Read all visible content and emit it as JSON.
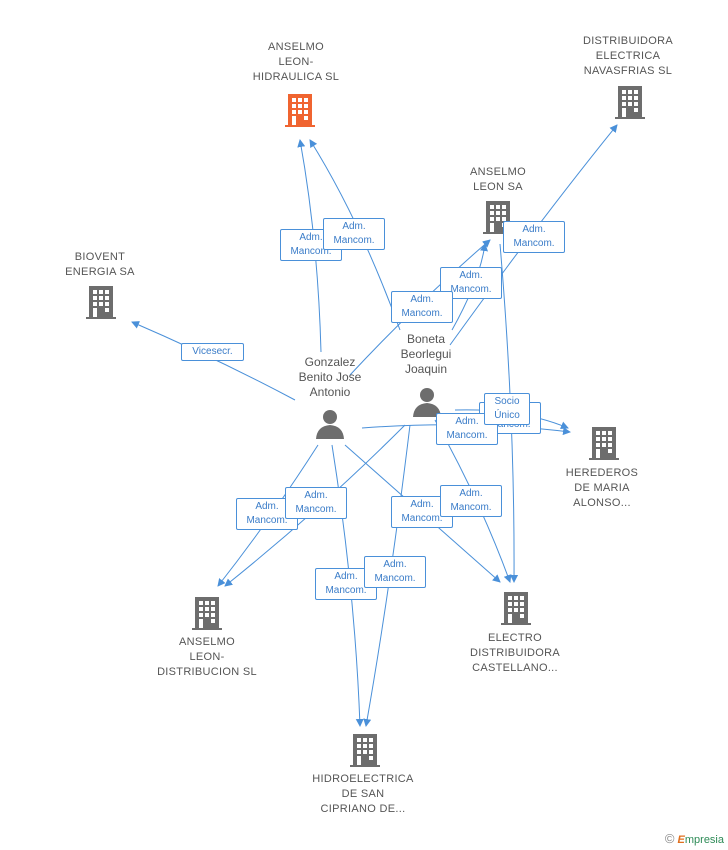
{
  "companies": {
    "anselmo_leon_hidraulica": {
      "label": "ANSELMO\nLEON-\nHIDRAULICA SL",
      "color": "#f06430"
    },
    "distribuidora_navasfrias": {
      "label": "DISTRIBUIDORA\nELECTRICA\nNAVASFRIAS SL",
      "color": "#6d6d6d"
    },
    "anselmo_leon_sa": {
      "label": "ANSELMO\nLEON SA",
      "color": "#6d6d6d"
    },
    "biovent": {
      "label": "BIOVENT\nENERGIA SA",
      "color": "#6d6d6d"
    },
    "herederos": {
      "label": "HEREDEROS\nDE MARIA\nALONSO...",
      "color": "#6d6d6d"
    },
    "anselmo_leon_distribucion": {
      "label": "ANSELMO\nLEON-\nDISTRIBUCION SL",
      "color": "#6d6d6d"
    },
    "electro_distribuidora": {
      "label": "ELECTRO\nDISTRIBUIDORA\nCASTELLANO...",
      "color": "#6d6d6d"
    },
    "hidroelectrica": {
      "label": "HIDROELECTRICA\nDE SAN\nCIPRIANO DE...",
      "color": "#6d6d6d"
    }
  },
  "persons": {
    "gonzalez": {
      "label": "Gonzalez\nBenito Jose\nAntonio"
    },
    "boneta": {
      "label": "Boneta\nBeorlegui\nJoaquin"
    }
  },
  "relations": {
    "adm_mancom": "Adm.\nMancom.",
    "vicesecr": "Vicesecr.",
    "socio_unico": "Socio\nÚnico"
  },
  "colors": {
    "edge": "#4a90d9",
    "person": "#6d6d6d"
  },
  "footer": {
    "copyright": "©",
    "brand": "mpresia",
    "brand_initial": "E"
  }
}
